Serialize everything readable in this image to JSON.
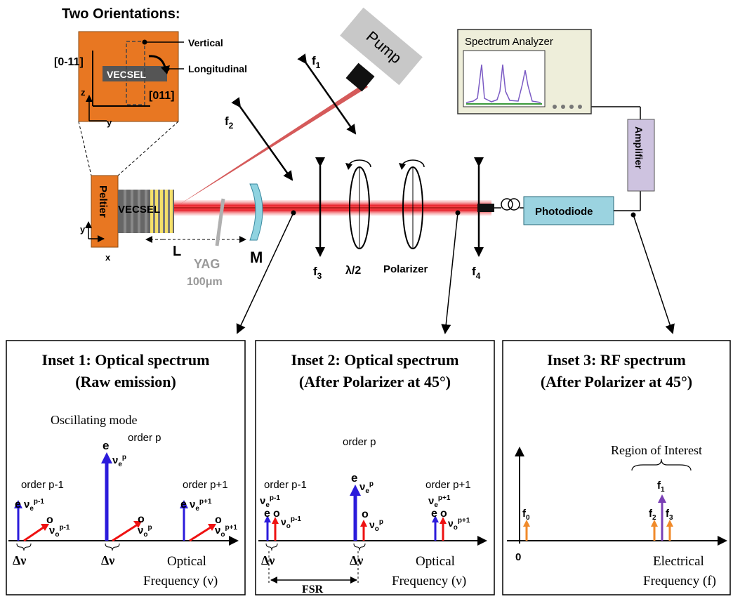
{
  "title": "Two Orientations:",
  "orientation_inset": {
    "vertical": "Vertical",
    "longitudinal": "Longitudinal",
    "vecsel": "VECSEL",
    "axis_0_11": "[0-11]",
    "axis_011": "[011]",
    "z": "z",
    "y": "y"
  },
  "setup": {
    "peltier": "Peltier",
    "vecsel": "VECSEL",
    "axis_y": "y",
    "axis_x": "x",
    "L": "L",
    "yag": "YAG",
    "yag_thickness": "100μm",
    "M": "M",
    "pump": "Pump",
    "f1": "f",
    "f1_sub": "1",
    "f2": "f",
    "f2_sub": "2",
    "f3": "f",
    "f3_sub": "3",
    "f4": "f",
    "f4_sub": "4",
    "half_wave": "λ/2",
    "polarizer": "Polarizer",
    "photodiode": "Photodiode",
    "amplifier": "Amplifier",
    "spectrum_analyzer": "Spectrum Analyzer"
  },
  "inset1": {
    "title1": "Inset 1: Optical spectrum",
    "title2": "(Raw emission)",
    "oscillating": "Oscillating mode",
    "order_p": "order p",
    "order_pm1": "order p-1",
    "order_pp1": "order p+1",
    "e": "e",
    "o": "o",
    "nu": "ν",
    "sub_e": "e",
    "sub_o": "o",
    "sup_pm1": "p-1",
    "sup_p": "p",
    "sup_pp1": "p+1",
    "delta_nu": "Δν",
    "xlabel1": "Optical",
    "xlabel2": "Frequency (ν)"
  },
  "inset2": {
    "title1": "Inset 2: Optical spectrum",
    "title2": "(After Polarizer at 45°)",
    "order_p": "order p",
    "order_pm1": "order p-1",
    "order_pp1": "order p+1",
    "e": "e",
    "o": "o",
    "nu": "ν",
    "sub_e": "e",
    "sub_o": "o",
    "sup_pm1": "p-1",
    "sup_p": "p",
    "sup_pp1": "p+1",
    "delta_nu": "Δν",
    "fsr": "FSR",
    "xlabel1": "Optical",
    "xlabel2": "Frequency (ν)"
  },
  "inset3": {
    "title1": "Inset 3: RF spectrum",
    "title2": "(After Polarizer at 45°)",
    "roi": "Region of Interest",
    "f": "f",
    "s0": "0",
    "s1": "1",
    "s2": "2",
    "s3": "3",
    "zero": "0",
    "xlabel1": "Electrical",
    "xlabel2": "Frequency (f)"
  },
  "colors": {
    "orange": "#E87722",
    "beam": "#E8202A",
    "blue_arrow": "#2B1BDB",
    "red_arrow": "#EE1111",
    "purple_arrow": "#7A3FB5",
    "orange_arrow": "#F08A2A",
    "mirror": "#8FD3E0",
    "photodiode": "#9BD3E0",
    "amplifier": "#CEC3E0",
    "analyzer_bg": "#EEEEDA",
    "pump_gray": "#C8C8C8"
  }
}
